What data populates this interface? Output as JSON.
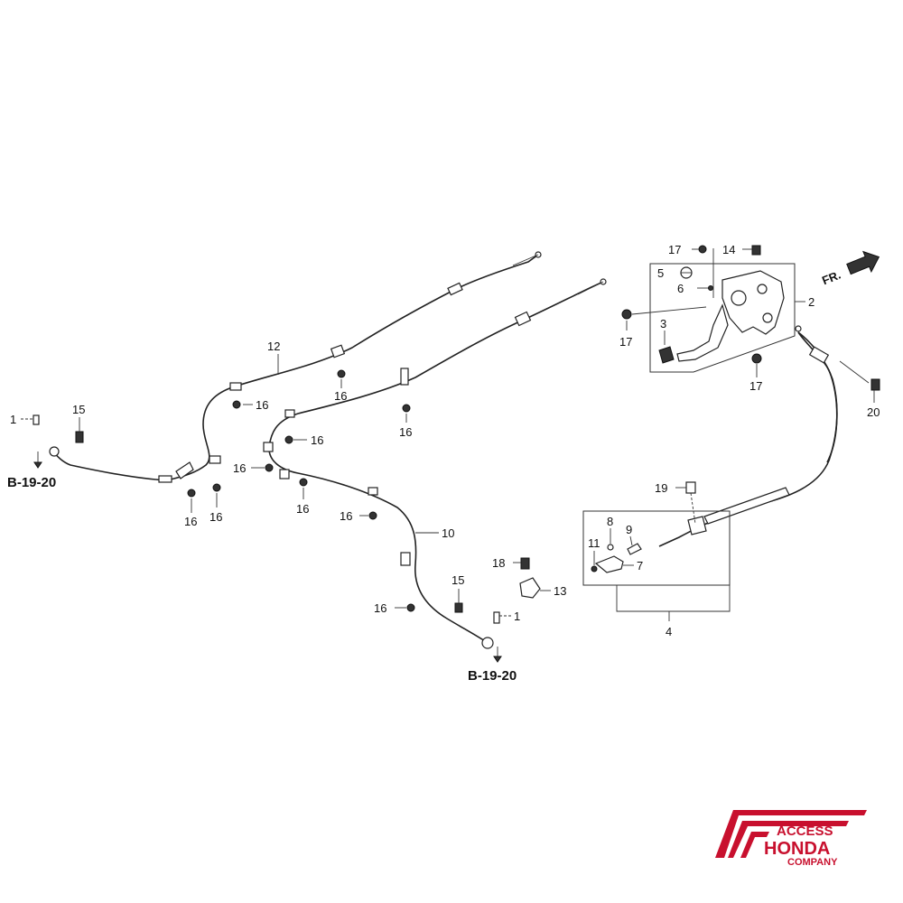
{
  "callouts": {
    "c1a": "1",
    "c1b": "1",
    "c2": "2",
    "c3": "3",
    "c4": "4",
    "c5": "5",
    "c6": "6",
    "c7": "7",
    "c8": "8",
    "c9": "9",
    "c10": "10",
    "c11": "11",
    "c12": "12",
    "c13": "13",
    "c14": "14",
    "c15a": "15",
    "c15b": "15",
    "c16a": "16",
    "c16b": "16",
    "c16c": "16",
    "c16d": "16",
    "c16e": "16",
    "c16f": "16",
    "c16g": "16",
    "c16h": "16",
    "c16i": "16",
    "c16j": "16",
    "c17a": "17",
    "c17b": "17",
    "c17c": "17",
    "c18": "18",
    "c19": "19",
    "c20": "20"
  },
  "refs": {
    "left": "B-19-20",
    "center": "B-19-20"
  },
  "direction": {
    "label": "FR."
  },
  "logo": {
    "line1": "ACCESS",
    "line2": "HONDA",
    "line3": "COMPANY",
    "color": "#c8102e"
  }
}
